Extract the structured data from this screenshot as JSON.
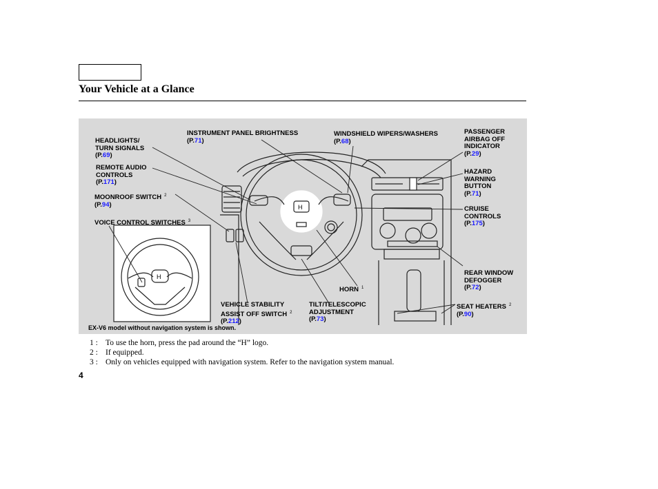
{
  "header": {
    "title": "Your Vehicle at a Glance"
  },
  "figure": {
    "caption": "EX-V6 model without navigation system is shown.",
    "labels": {
      "headlights": {
        "lines": [
          "HEADLIGHTS/",
          "TURN SIGNALS"
        ],
        "page": "69"
      },
      "remote_audio": {
        "lines": [
          "REMOTE AUDIO",
          "CONTROLS"
        ],
        "page": "171"
      },
      "moonroof": {
        "lines": [
          "MOONROOF SWITCH"
        ],
        "sup": "2",
        "page": "94"
      },
      "voice": {
        "lines": [
          "VOICE CONTROL SWITCHES"
        ],
        "sup": "3"
      },
      "instrument": {
        "lines": [
          "INSTRUMENT PANEL BRIGHTNESS"
        ],
        "page": "71"
      },
      "wipers": {
        "lines": [
          "WINDSHIELD WIPERS/WASHERS"
        ],
        "page": "68"
      },
      "airbag": {
        "lines": [
          "PASSENGER",
          "AIRBAG OFF",
          "INDICATOR"
        ],
        "page": "29"
      },
      "hazard": {
        "lines": [
          "HAZARD",
          "WARNING",
          "BUTTON"
        ],
        "page": "71"
      },
      "cruise": {
        "lines": [
          "CRUISE",
          "CONTROLS"
        ],
        "page": "175"
      },
      "defogger": {
        "lines": [
          "REAR WINDOW",
          "DEFOGGER"
        ],
        "page": "72"
      },
      "seat_heaters": {
        "lines": [
          "SEAT HEATERS"
        ],
        "sup": "2",
        "page": "90"
      },
      "horn": {
        "lines": [
          "HORN"
        ],
        "sup": "1"
      },
      "vsa": {
        "lines": [
          "VEHICLE STABILITY",
          "ASSIST OFF SWITCH"
        ],
        "sup": "2",
        "page": "212"
      },
      "tilt": {
        "lines": [
          "TILT/TELESCOPIC",
          "ADJUSTMENT"
        ],
        "page": "73"
      }
    },
    "ref_prefix": "(P.",
    "ref_suffix": ")"
  },
  "notes": [
    {
      "num": "1 :",
      "text": "To use the horn, press the pad around the “H” logo."
    },
    {
      "num": "2 :",
      "text": "If equipped."
    },
    {
      "num": "3 :",
      "text": "Only on vehicles equipped with navigation system. Refer to the navigation system manual."
    }
  ],
  "page_number": "4"
}
